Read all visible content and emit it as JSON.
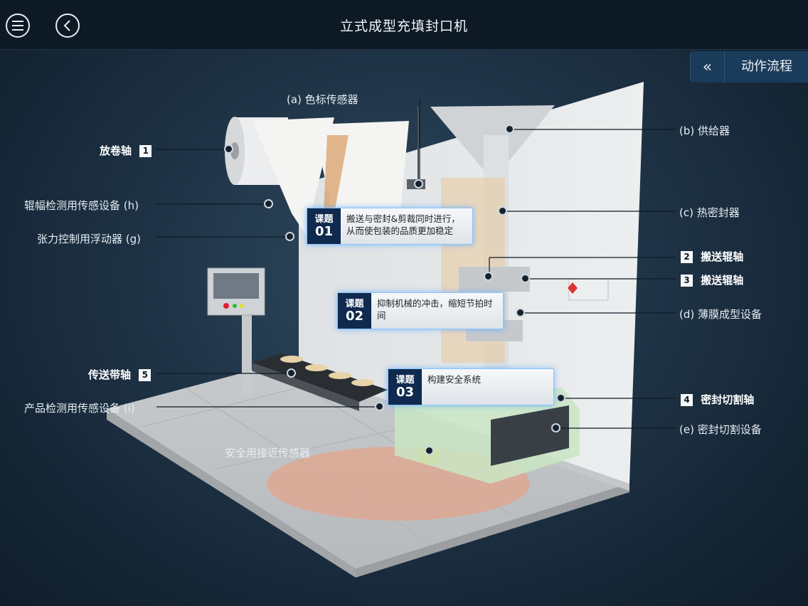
{
  "header": {
    "title": "立式成型充填封口机",
    "menu_icon": "hamburger-menu-icon",
    "back_icon": "chevron-left-icon"
  },
  "flow_tab": {
    "icon": "double-chevron-left-icon",
    "label": "动作流程"
  },
  "callouts": {
    "a": "(a) 色标传感器",
    "b": "(b) 供给器",
    "c": "(c) 热密封器",
    "d": "(d) 薄膜成型设备",
    "e": "(e) 密封切割设备",
    "h": "辊幅检测用传感设备 (h)",
    "g": "张力控制用浮动器 (g)",
    "i": "产品检测用传感设备 (i)",
    "safety": "安全用接近传感器"
  },
  "axes": {
    "unwind": {
      "label": "放卷轴",
      "num": "1"
    },
    "conveyor_roller_2": {
      "label": "搬送辊轴",
      "num": "2"
    },
    "conveyor_roller_3": {
      "label": "搬送辊轴",
      "num": "3"
    },
    "seal_cut": {
      "label": "密封切割轴",
      "num": "4"
    },
    "belt": {
      "label": "传送带轴",
      "num": "5"
    }
  },
  "tasks": [
    {
      "tag": "课题",
      "num": "01",
      "text": "搬送与密封&剪裁同时进行，从而使包装的品质更加稳定"
    },
    {
      "tag": "课题",
      "num": "02",
      "text": "抑制机械的冲击，缩短节拍时间"
    },
    {
      "tag": "课题",
      "num": "03",
      "text": "构建安全系统"
    }
  ],
  "colors": {
    "header_bg": "#0d1925",
    "tab_bg": "#1a3b5a",
    "task_tag": "#0f2a4e",
    "task_glow": "#8cc4ff"
  }
}
